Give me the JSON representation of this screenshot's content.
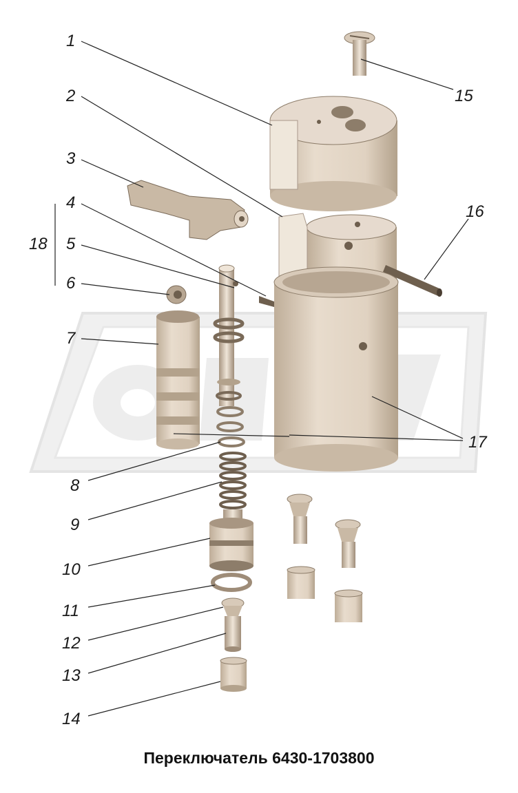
{
  "caption": "Переключатель 6430-1703800",
  "callouts": [
    "1",
    "2",
    "3",
    "4",
    "5",
    "6",
    "7",
    "8",
    "9",
    "10",
    "11",
    "12",
    "13",
    "14",
    "15",
    "16",
    "17",
    "18"
  ],
  "colors": {
    "part_fill": "#e3d6c6",
    "part_shade": "#c9b9a5",
    "part_dark": "#7a6a58",
    "watermark": "#d9d9d9",
    "leader": "#222222"
  }
}
